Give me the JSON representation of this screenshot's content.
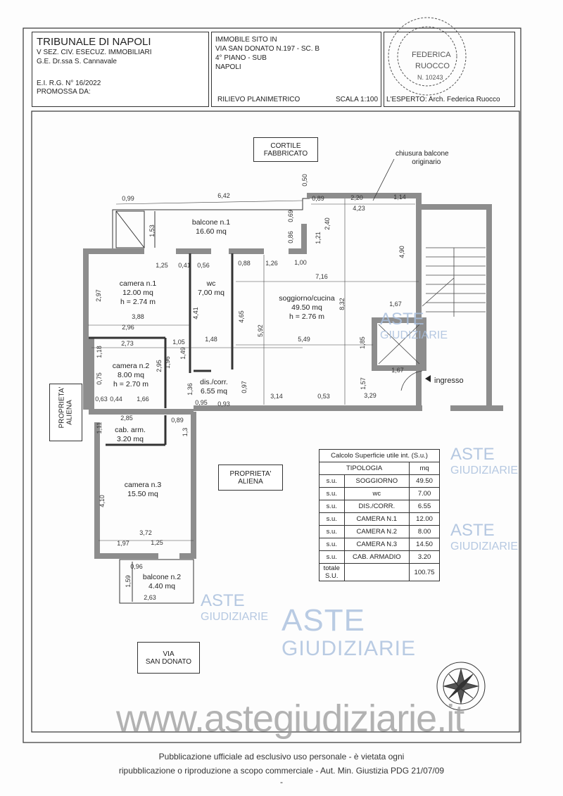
{
  "header": {
    "court": "TRIBUNALE DI NAPOLI",
    "section": "V SEZ. CIV. ESECUZ. IMMOBILIARI",
    "judge": "G.E. Dr.ssa S. Cannavale",
    "case_number": "E.I. R.G. N° 16/2022",
    "promoted_by": "PROMOSSA DA:",
    "property_title": "IMMOBILE  SITO IN",
    "address": "VIA SAN DONATO N.197 - SC. B",
    "floor": "4° PIANO - SUB",
    "city": "NAPOLI",
    "survey": "RILIEVO PLANIMETRICO",
    "scale": "SCALA 1:100",
    "expert": "L'ESPERTO: Arch. Federica Ruocco",
    "stamp_text": [
      "FEDERICA",
      "RUOCCO",
      "N. 10243"
    ]
  },
  "labels": {
    "courtyard": [
      "CORTILE",
      "FABBRICATO"
    ],
    "balcony_note": [
      "chiusura balcone",
      "originario"
    ],
    "foreign_left": [
      "PROPRIETA'",
      "ALIENA"
    ],
    "foreign_center": [
      "PROPRIETA'",
      "ALIENA"
    ],
    "street": [
      "VIA",
      "SAN DONATO"
    ],
    "entrance": "ingresso"
  },
  "rooms": [
    {
      "name": "balcone n.1",
      "area": "16.60 mq"
    },
    {
      "name": "camera n.1",
      "area": "12.00 mq",
      "height": "h = 2.74 m"
    },
    {
      "name": "wc",
      "area": "7,00 mq"
    },
    {
      "name": "soggiorno/cucina",
      "area": "49.50 mq",
      "height": "h = 2.76 m"
    },
    {
      "name": "camera n.2",
      "area": "8.00 mq",
      "height": "h = 2.70 m"
    },
    {
      "name": "dis./corr.",
      "area": "6.55 mq"
    },
    {
      "name": "cab. arm.",
      "area": "3.20 mq"
    },
    {
      "name": "camera n.3",
      "area": "15.50 mq"
    },
    {
      "name": "balcone n.2",
      "area": "4.40 mq"
    }
  ],
  "dimensions": [
    "0,99",
    "6,42",
    "1,53",
    "0,69",
    "0,86",
    "1,25",
    "0,41",
    "0,56",
    "2,97",
    "3,88",
    "2,96",
    "2,73",
    "1,05",
    "1,18",
    "1,96",
    "1,49",
    "2,95",
    "0,75",
    "4,41",
    "1,48",
    "4,65",
    "5,92",
    "0,88",
    "1,26",
    "1,00",
    "7,16",
    "8,32",
    "5,49",
    "0,97",
    "3,14",
    "0,53",
    "1,57",
    "3,29",
    "1,85",
    "1,67",
    "1,67",
    "4,90",
    "0,50",
    "0,89",
    "2,20",
    "1,14",
    "4,23",
    "2,40",
    "1,21",
    "1,36",
    "0,95",
    "0,93",
    "0,63",
    "0,44",
    "1,66",
    "2,85",
    "1,11",
    "0,89",
    "1,3",
    "4,10",
    "3,72",
    "1,97",
    "1,25",
    "0,96",
    "1,59",
    "2,63"
  ],
  "table": {
    "title": "Calcolo Superficie utile int. (S.u.)",
    "headers": [
      "TIPOLOGIA",
      "mq"
    ],
    "rows": [
      {
        "type": "s.u.",
        "name": "SOGGIORNO",
        "mq": "49.50"
      },
      {
        "type": "s.u.",
        "name": "wc",
        "mq": "7.00"
      },
      {
        "type": "s.u.",
        "name": "DIS./CORR.",
        "mq": "6.55"
      },
      {
        "type": "s.u.",
        "name": "CAMERA N.1",
        "mq": "12.00"
      },
      {
        "type": "s.u.",
        "name": "CAMERA N.2",
        "mq": "8.00"
      },
      {
        "type": "s.u.",
        "name": "CAMERA N.3",
        "mq": "14.50"
      },
      {
        "type": "s.u.",
        "name": "CAB. ARMADIO",
        "mq": "3.20"
      }
    ],
    "total_label": [
      "totale",
      "S.U."
    ],
    "total_value": "100.75"
  },
  "watermark": {
    "brand_top": "ASTE",
    "brand_bottom": "GIUDIZIARIE",
    "url": "www.astegiudiziarie.it"
  },
  "footer": {
    "line1": "Pubblicazione ufficiale ad esclusivo uso personale - è vietata ogni",
    "line2": "ripubblicazione o riproduzione a scopo commerciale - Aut. Min. Giustizia PDG 21/07/09",
    "line3": "-"
  },
  "colors": {
    "wall": "#8d8d8d",
    "watermark": "#a9bfdd",
    "ink": "#222222"
  }
}
